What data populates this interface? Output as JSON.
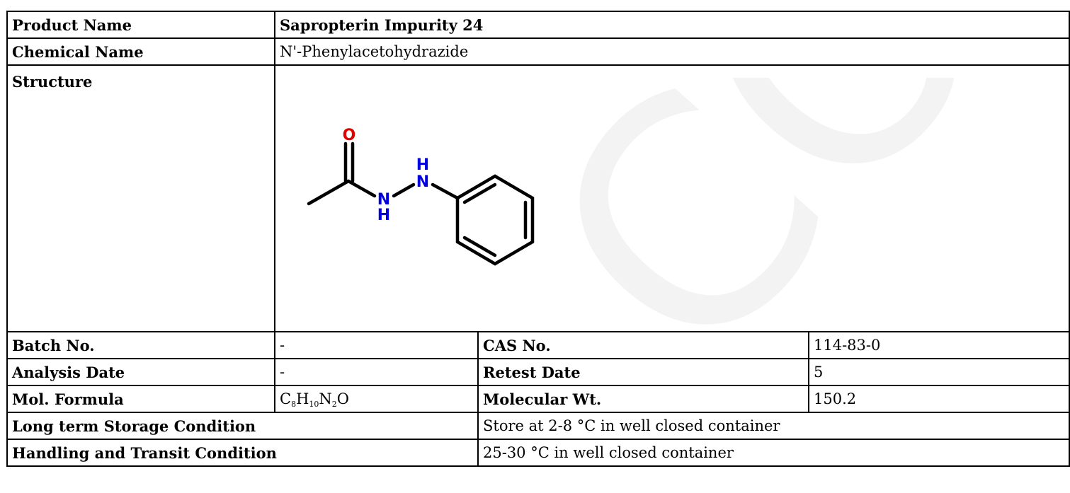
{
  "watermark": {
    "text": "COA"
  },
  "rows": {
    "product_name": {
      "label": "Product Name",
      "value": "Sapropterin Impurity 24"
    },
    "chemical_name": {
      "label": "Chemical Name",
      "value": "N'-Phenylacetohydrazide"
    },
    "structure": {
      "label": "Structure",
      "atoms": {
        "oxygen": "O",
        "nitrogen_1": "N",
        "nitrogen_2": "N",
        "hydrogen_1": "H",
        "hydrogen_2": "H"
      },
      "colors": {
        "oxygen": "#e00000",
        "nitrogen": "#0000e0",
        "bond": "#000000"
      }
    },
    "batch_no": {
      "label": "Batch No.",
      "value": "-"
    },
    "cas_no": {
      "label": "CAS No.",
      "value": "114-83-0"
    },
    "analysis_date": {
      "label": "Analysis Date",
      "value": "-"
    },
    "retest_date": {
      "label": "Retest Date",
      "value": "5"
    },
    "mol_formula": {
      "label": "Mol. Formula",
      "parts": [
        {
          "t": "C"
        },
        {
          "s": "8"
        },
        {
          "t": "H"
        },
        {
          "s": "10"
        },
        {
          "t": "N"
        },
        {
          "s": "2"
        },
        {
          "t": "O"
        }
      ]
    },
    "molecular_wt": {
      "label": "Molecular Wt.",
      "value": "150.2"
    },
    "storage": {
      "label": "Long term Storage Condition",
      "value": "Store at 2-8 °C in well closed container"
    },
    "handling": {
      "label": "Handling and Transit Condition",
      "value": "25-30 °C in well closed container"
    }
  }
}
